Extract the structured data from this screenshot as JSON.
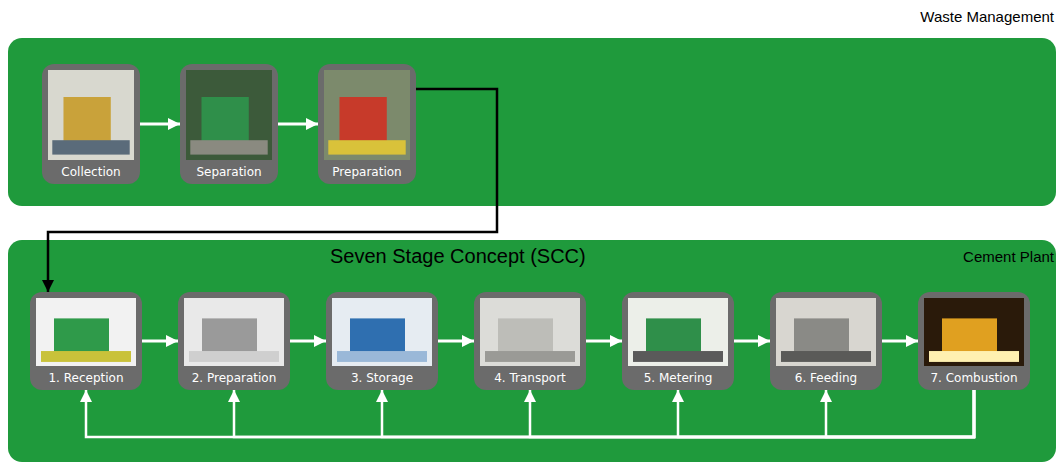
{
  "diagram": {
    "nodes": [
      {
        "text": [
          "Waste Management"
        ]
      },
      {
        "text": [
          "Collection"
        ],
        "in": 0
      },
      {
        "text": [
          "Separation"
        ],
        "in": 0
      },
      {
        "text": [
          "Preparation"
        ],
        "in": 0
      },
      {
        "text": [
          "Seven Stage Concept (SCC)",
          "Cement Plant"
        ]
      },
      {
        "text": [
          "1. Reception"
        ],
        "in": 4
      },
      {
        "text": [
          "2. Preparation"
        ],
        "in": 4
      },
      {
        "text": [
          "3. Storage"
        ],
        "in": 4
      },
      {
        "text": [
          "4. Transport"
        ],
        "in": 4
      },
      {
        "text": [
          "5. Metering"
        ],
        "in": 4
      },
      {
        "text": [
          "6. Feeding"
        ],
        "in": 4
      },
      {
        "text": [
          "7. Combustion"
        ],
        "in": 4
      }
    ],
    "edges": [
      {
        "from": 1,
        "to": 2,
        "arrow": "to"
      },
      {
        "from": 2,
        "to": 3,
        "arrow": "to"
      },
      {
        "from": 3,
        "to": 5,
        "arrow": "to"
      },
      {
        "from": 5,
        "to": 6,
        "arrow": "to"
      },
      {
        "from": 6,
        "to": 7,
        "arrow": "to"
      },
      {
        "from": 7,
        "to": 8,
        "arrow": "to"
      },
      {
        "from": 8,
        "to": 9,
        "arrow": "to"
      },
      {
        "from": 9,
        "to": 10,
        "arrow": "to"
      },
      {
        "from": 10,
        "to": 11,
        "arrow": "to"
      },
      {
        "from": 11,
        "to": 5,
        "arrow": "to"
      },
      {
        "from": 11,
        "to": 6,
        "arrow": "to"
      },
      {
        "from": 11,
        "to": 7,
        "arrow": "to"
      },
      {
        "from": 11,
        "to": 8,
        "arrow": "to"
      },
      {
        "from": 11,
        "to": 9,
        "arrow": "to"
      },
      {
        "from": 11,
        "to": 10,
        "arrow": "to"
      }
    ]
  }
}
